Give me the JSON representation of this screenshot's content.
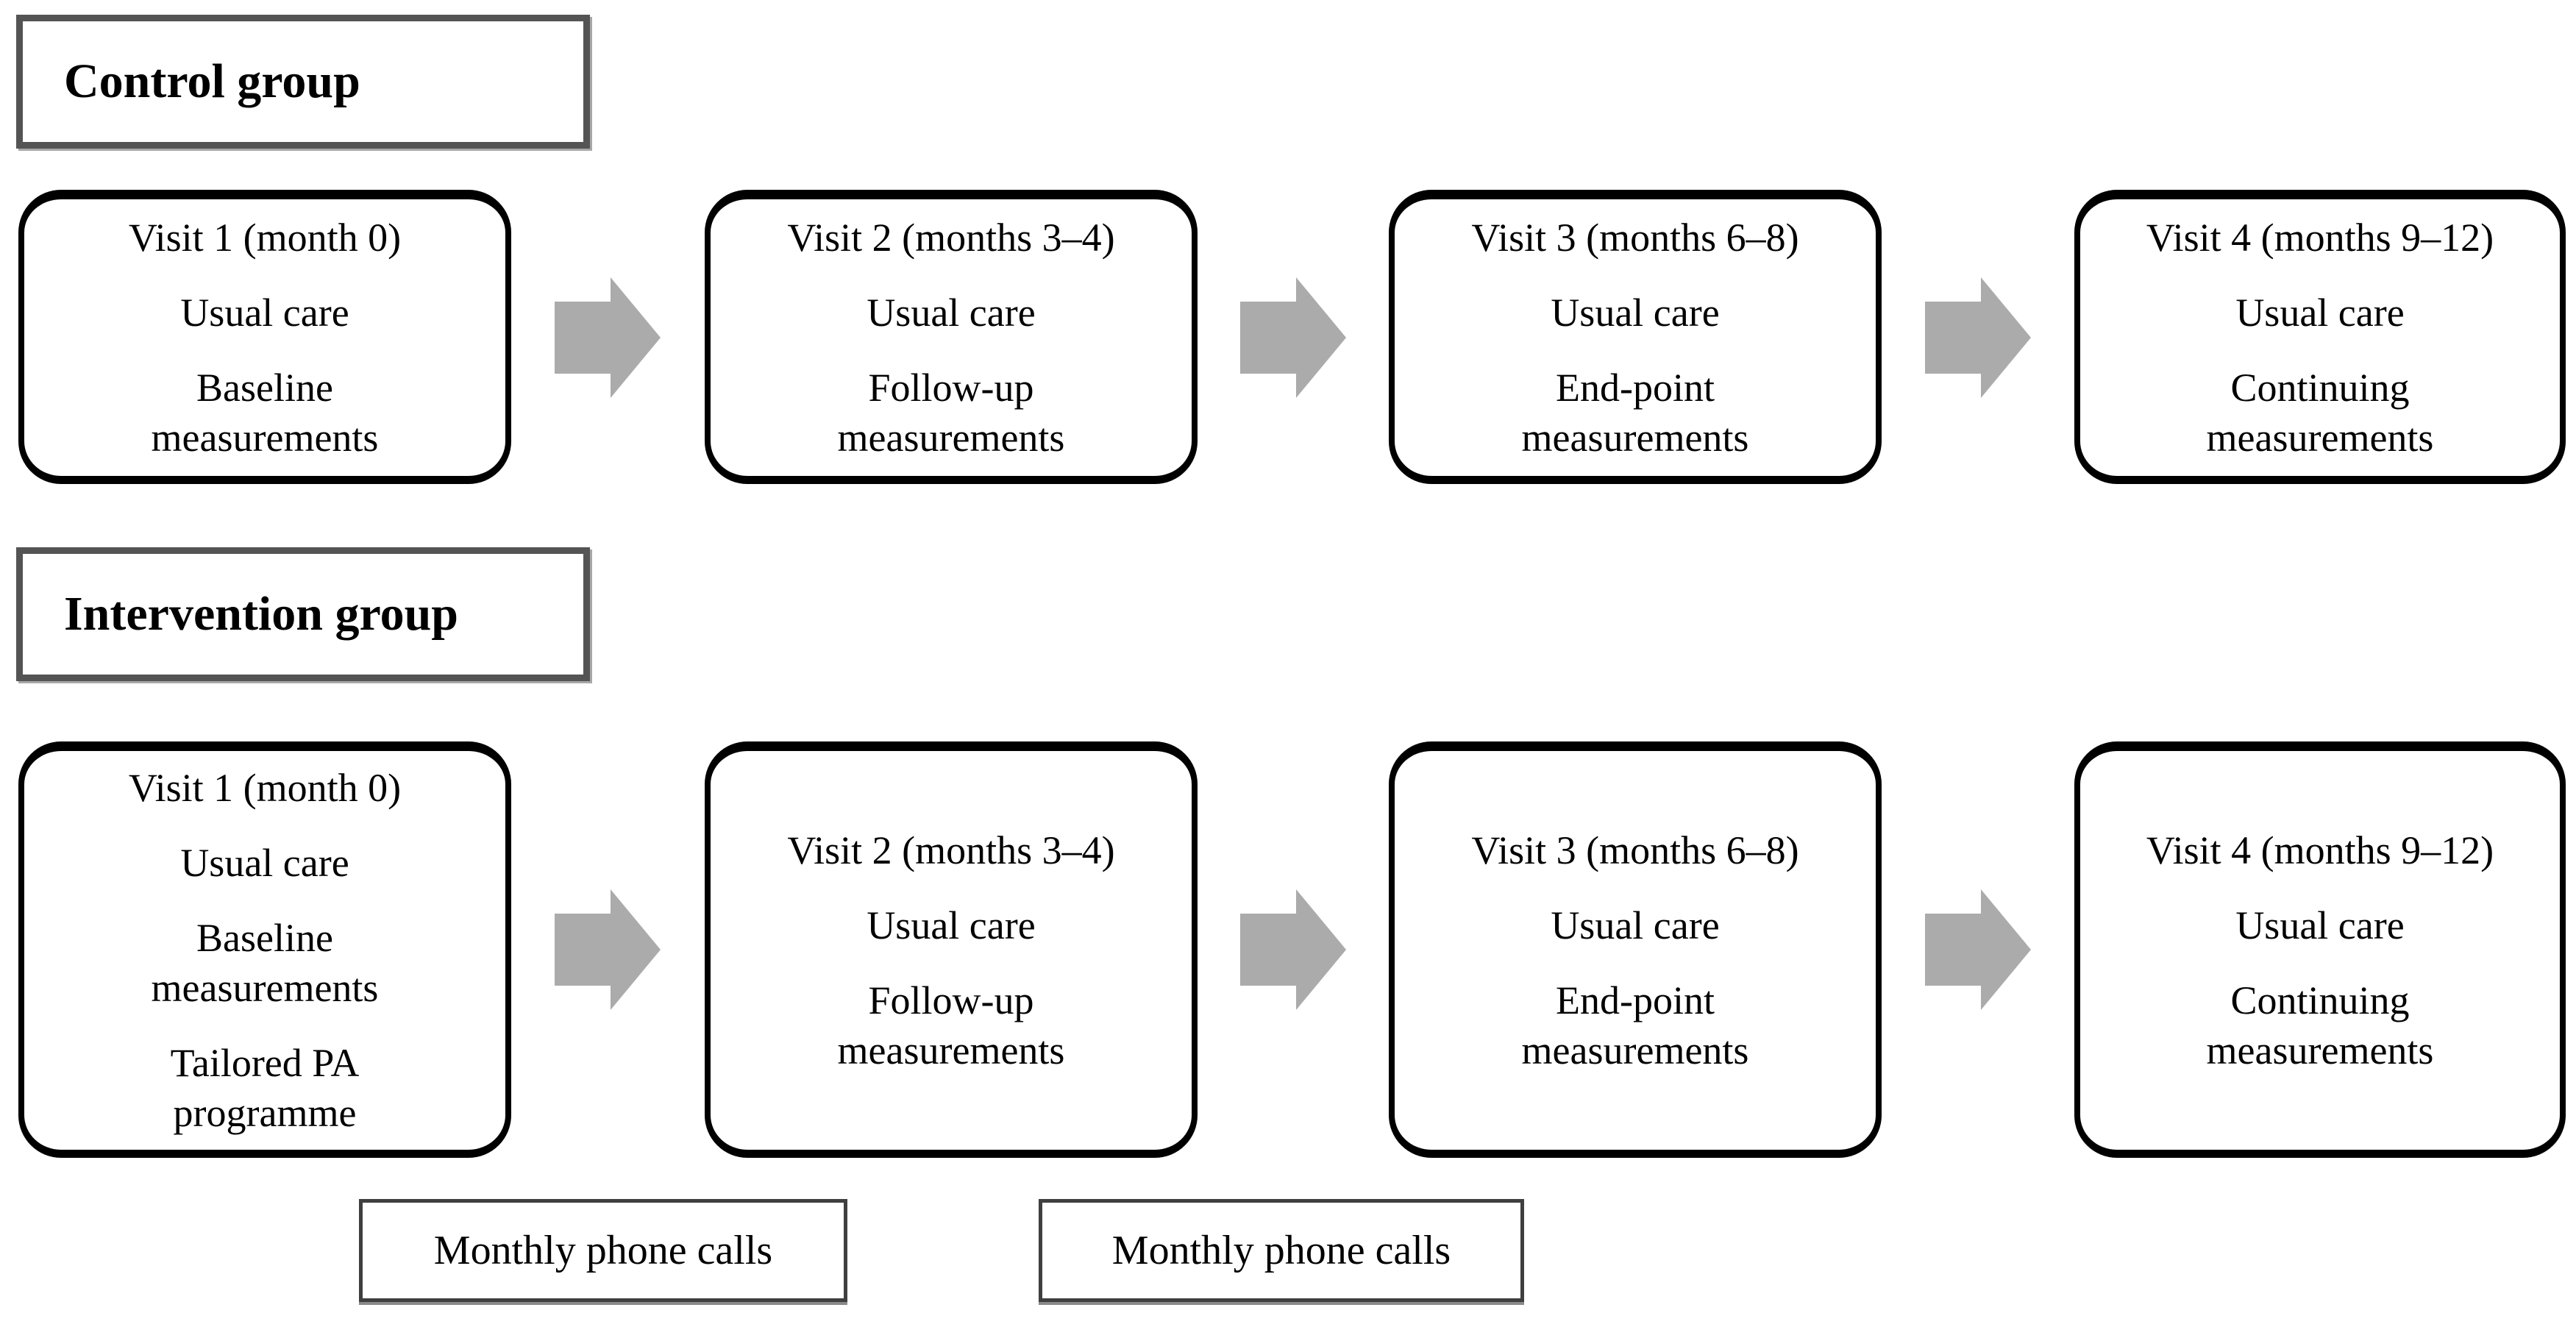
{
  "figure": {
    "background": "#ffffff"
  },
  "colors": {
    "arrow_fill": "#ababab",
    "visit_box_border": "#000000",
    "group_label_border": "#545454",
    "phone_box_border": "#3f3f3f",
    "text": "#000000"
  },
  "groups": [
    {
      "label": "Control group",
      "visits": [
        {
          "title": "Visit 1 (month 0)",
          "items": [
            "Usual care",
            "Baseline\nmeasurements"
          ]
        },
        {
          "title": "Visit 2 (months 3–4)",
          "items": [
            "Usual care",
            "Follow-up\nmeasurements"
          ]
        },
        {
          "title": "Visit 3 (months 6–8)",
          "items": [
            "Usual care",
            "End-point\nmeasurements"
          ]
        },
        {
          "title": "Visit 4 (months 9–12)",
          "items": [
            "Usual care",
            "Continuing\nmeasurements"
          ]
        }
      ]
    },
    {
      "label": "Intervention group",
      "visits": [
        {
          "title": "Visit 1 (month 0)",
          "items": [
            "Usual care",
            "Baseline\nmeasurements",
            "Tailored PA\nprogramme"
          ]
        },
        {
          "title": "Visit 2 (months 3–4)",
          "items": [
            "Usual care",
            "Follow-up\nmeasurements"
          ]
        },
        {
          "title": "Visit 3 (months 6–8)",
          "items": [
            "Usual care",
            "End-point\nmeasurements"
          ]
        },
        {
          "title": "Visit 4 (months 9–12)",
          "items": [
            "Usual care",
            "Continuing\nmeasurements"
          ]
        }
      ]
    }
  ],
  "phone_calls": [
    {
      "label": "Monthly phone calls"
    },
    {
      "label": "Monthly phone calls"
    }
  ]
}
